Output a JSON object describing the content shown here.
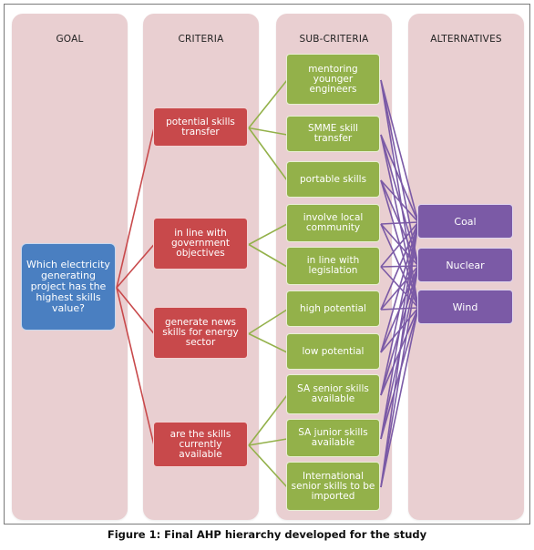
{
  "columns": {
    "goal": "GOAL",
    "criteria": "CRITERIA",
    "subcriteria": "SUB-CRITERIA",
    "alternatives": "ALTERNATIVES"
  },
  "goal": "Which electricity generating project has the highest skills value?",
  "criteria": [
    "potential skills transfer",
    "in line with government objectives",
    "generate news skills for energy sector",
    "are the skills currently available"
  ],
  "subcriteria": [
    "mentoring younger engineers",
    "SMME skill transfer",
    "portable skills",
    "involve local community",
    "in line with legislation",
    "high potential",
    "low potential",
    "SA senior skills available",
    "SA junior skills available",
    "International senior skills to be imported"
  ],
  "alternatives": [
    "Coal",
    "Nuclear",
    "Wind"
  ],
  "criteria_to_subcriteria": [
    [
      0,
      1,
      2
    ],
    [
      3,
      4
    ],
    [
      5,
      6
    ],
    [
      7,
      8,
      9
    ]
  ],
  "colors": {
    "column_bg": "#e9cfd1",
    "goal": "#4a7fc1",
    "criteria": "#c8494b",
    "subcriteria": "#93b14a",
    "alternatives": "#7b5aa6",
    "goal_link": "#c8494b",
    "criteria_link": "#93b14a",
    "sub_link": "#7b5aa6"
  },
  "caption": "Figure 1: Final AHP hierarchy developed for the study"
}
